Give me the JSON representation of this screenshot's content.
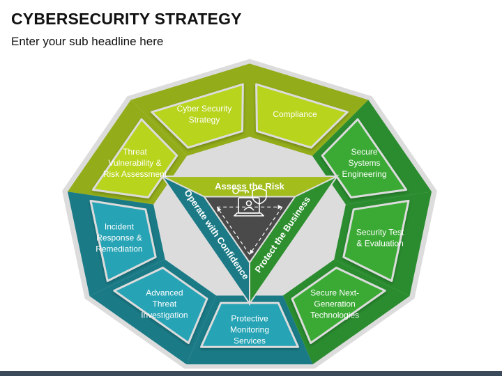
{
  "header": {
    "title": "CYBERSECURITY STRATEGY",
    "subtitle": "Enter your sub headline here"
  },
  "diagram": {
    "center_icon": "security-computer-icon",
    "bands": [
      {
        "label": "Assess the Risk",
        "color": "#a3bd1d"
      },
      {
        "label": "Protect the Business",
        "color": "#2d8f2d"
      },
      {
        "label": "Operate with Confidence",
        "color": "#1b7a86"
      }
    ],
    "segments": [
      {
        "lines": [
          "Threat",
          "Vulnerability &",
          "Risk Assessment"
        ],
        "color": "#b8d41e",
        "group": "Assess the Risk"
      },
      {
        "lines": [
          "Cyber Security",
          "Strategy"
        ],
        "color": "#b8d41e",
        "group": "Assess the Risk"
      },
      {
        "lines": [
          "Compliance"
        ],
        "color": "#b8d41e",
        "group": "Assess the Risk"
      },
      {
        "lines": [
          "Secure",
          "Systems",
          "Engineering"
        ],
        "color": "#3aaa35",
        "group": "Protect the Business"
      },
      {
        "lines": [
          "Security Test",
          "& Evaluation"
        ],
        "color": "#3aaa35",
        "group": "Protect the Business"
      },
      {
        "lines": [
          "Secure Next-",
          "Generation",
          "Technologies"
        ],
        "color": "#3aaa35",
        "group": "Protect the Business"
      },
      {
        "lines": [
          "Protective",
          "Monitoring",
          "Services"
        ],
        "color": "#26a3b5",
        "group": "Operate with Confidence"
      },
      {
        "lines": [
          "Advanced",
          "Threat",
          "Investigation"
        ],
        "color": "#26a3b5",
        "group": "Operate with Confidence"
      },
      {
        "lines": [
          "Incident",
          "Response &",
          "Remediation"
        ],
        "color": "#26a3b5",
        "group": "Operate with Confidence"
      }
    ],
    "colors": {
      "outer_lime": "#93ad1a",
      "outer_green": "#2a8c2f",
      "outer_teal": "#1a7b87",
      "center": "#4a4a4a",
      "border": "#dcdcdc"
    }
  }
}
